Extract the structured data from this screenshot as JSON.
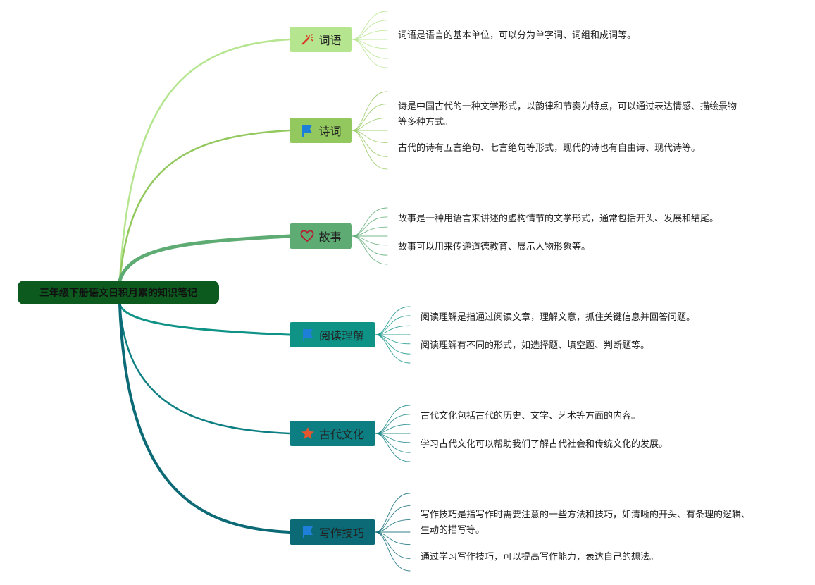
{
  "root": {
    "label": "三年级下册语文日积月累的知识笔记",
    "color": "#0d5a1f"
  },
  "topics": [
    {
      "label": "词语",
      "icon": "magic-wand-icon",
      "color": "#b5e58e",
      "notes": [
        "词语是语言的基本单位，可以分为单字词、词组和成词等。"
      ]
    },
    {
      "label": "诗词",
      "icon": "flag-icon",
      "color": "#93c85e",
      "notes": [
        "诗是中国古代的一种文学形式，以韵律和节奏为特点，可以通过表达情感、描绘景物等多种方式。",
        "古代的诗有五言绝句、七言绝句等形式，现代的诗也有自由诗、现代诗等。"
      ]
    },
    {
      "label": "故事",
      "icon": "heart-icon",
      "color": "#5eac74",
      "notes": [
        "故事是一种用语言来讲述的虚构情节的文学形式，通常包括开头、发展和结尾。",
        "故事可以用来传递道德教育、展示人物形象等。"
      ]
    },
    {
      "label": "阅读理解",
      "icon": "flag-icon",
      "color": "#0f9387",
      "notes": [
        "阅读理解是指通过阅读文章，理解文意，抓住关键信息并回答问题。",
        "阅读理解有不同的形式，如选择题、填空题、判断题等。"
      ]
    },
    {
      "label": "古代文化",
      "icon": "star-icon",
      "color": "#0d7f82",
      "notes": [
        "古代文化包括古代的历史、文学、艺术等方面的内容。",
        "学习古代文化可以帮助我们了解古代社会和传统文化的发展。"
      ]
    },
    {
      "label": "写作技巧",
      "icon": "flag-icon",
      "color": "#0b6a75",
      "notes": [
        "写作技巧是指写作时需要注意的一些方法和技巧，如清晰的开头、有条理的逻辑、生动的描写等。",
        "通过学习写作技巧，可以提高写作能力，表达自己的想法。"
      ]
    }
  ]
}
